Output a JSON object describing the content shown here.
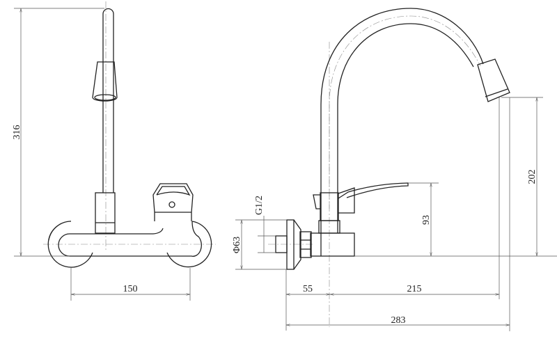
{
  "drawing": {
    "front_view": {
      "height_dim": "316",
      "spacing_dim": "150"
    },
    "side_view": {
      "flange_dia_dim": "Φ63",
      "thread_dim": "G1/2",
      "lever_height_dim": "93",
      "spout_height_dim": "202",
      "wall_offset_dim": "55",
      "reach_dim": "215",
      "total_depth_dim": "283"
    }
  }
}
